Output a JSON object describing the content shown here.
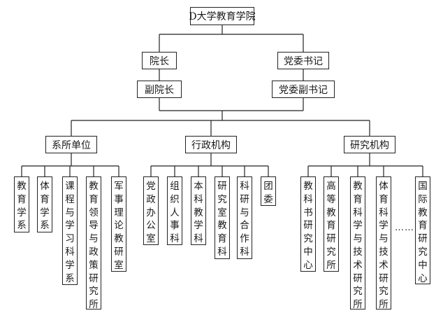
{
  "root": "D大学教育学院",
  "level1": {
    "dean": "院长",
    "party_secretary": "党委书记"
  },
  "level2": {
    "vice_dean": "副院长",
    "deputy_party_secretary": "党委副书记"
  },
  "categories": {
    "departments": "系所单位",
    "administration": "行政机构",
    "research": "研究机构"
  },
  "departments": [
    "教育学系",
    "体育学系",
    "课程与学习科学系",
    "教育领导与政策研究所",
    "军事理论教研室"
  ],
  "administration": [
    "党政办公室",
    "组织人事科",
    "本科教学科",
    "研究室教育科",
    "科研与合作科",
    "团委"
  ],
  "research": [
    "教科书研究中心",
    "高等教育研究所",
    "教育科学与技术研究所",
    "体育科学与技术研究所",
    "国际教育研究中心"
  ],
  "ellipsis": "……"
}
